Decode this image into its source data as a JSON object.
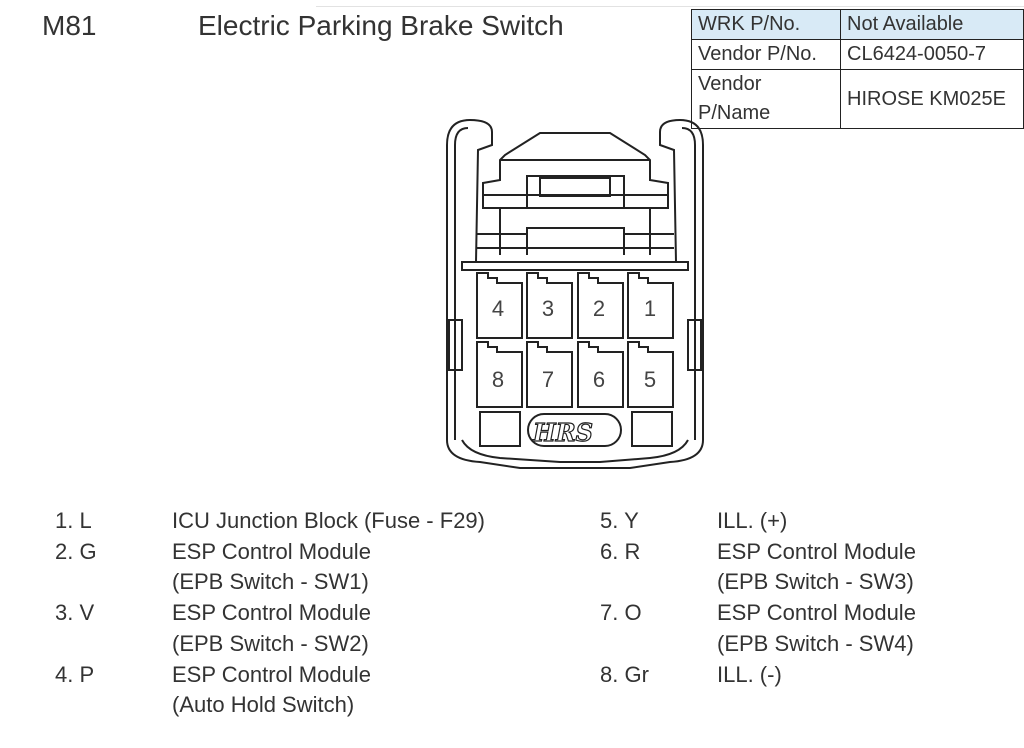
{
  "header": {
    "code": "M81",
    "title": "Electric Parking Brake Switch"
  },
  "info_table": [
    {
      "label": "WRK P/No.",
      "value": "Not Available"
    },
    {
      "label": "Vendor P/No.",
      "value": "CL6424-0050-7"
    },
    {
      "label": "Vendor P/Name",
      "value": "HIROSE KM025E"
    }
  ],
  "connector": {
    "top_row": [
      "4",
      "3",
      "2",
      "1"
    ],
    "bottom_row": [
      "8",
      "7",
      "6",
      "5"
    ],
    "logo": "HRS"
  },
  "pins": [
    {
      "id": "1. L",
      "lines": [
        "ICU Junction Block (Fuse - F29)"
      ]
    },
    {
      "id": "2. G",
      "lines": [
        "ESP Control Module",
        "(EPB Switch - SW1)"
      ]
    },
    {
      "id": "3. V",
      "lines": [
        "ESP Control Module",
        "(EPB Switch - SW2)"
      ]
    },
    {
      "id": "4. P",
      "lines": [
        "ESP Control Module",
        "(Auto Hold Switch)"
      ]
    },
    {
      "id": "5. Y",
      "lines": [
        "ILL. (+)"
      ]
    },
    {
      "id": "6. R",
      "lines": [
        "ESP Control Module",
        "(EPB Switch - SW3)"
      ]
    },
    {
      "id": "7. O",
      "lines": [
        "ESP Control Module",
        "(EPB Switch - SW4)"
      ]
    },
    {
      "id": "8. Gr",
      "lines": [
        "ILL. (-)"
      ]
    }
  ]
}
